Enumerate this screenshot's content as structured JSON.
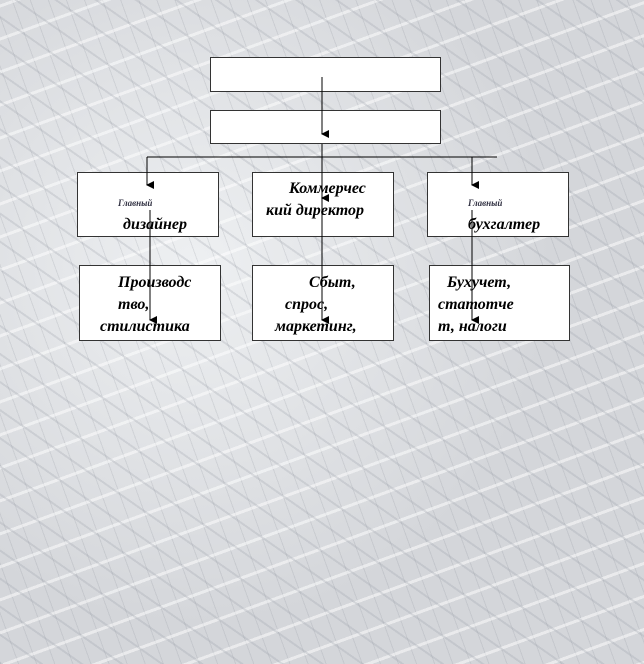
{
  "nodes": {
    "top1": "",
    "top2": "",
    "designer": {
      "small": "Главный",
      "main": "дизайнер"
    },
    "commercial": {
      "line1": "Коммерчес",
      "line2": "кий директор"
    },
    "accountant": {
      "small": "Главный",
      "main": "бухгалтер"
    },
    "production": {
      "line1": "Производс",
      "line2": "тво,",
      "line3": "стилистика"
    },
    "sales": {
      "line1": "Сбыт,",
      "line2": "спрос,",
      "line3": "маркетинг,"
    },
    "accounting": {
      "line1": "Бухучет,",
      "line2": "статотче",
      "line3": "т, налоги"
    }
  }
}
